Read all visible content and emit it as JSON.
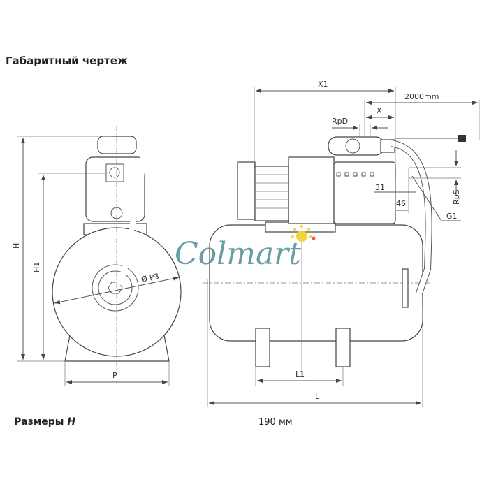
{
  "title": "Габаритный чертеж",
  "front_view": {
    "H": "H",
    "H1": "H1",
    "P": "P",
    "P3": "Ø P3"
  },
  "side_view": {
    "X1": "X1",
    "cable": "2000mm",
    "X": "X",
    "RpD": "RpD",
    "d31": "31",
    "d46": "46",
    "RpS": "RpS",
    "G1": "G1",
    "L1": "L1",
    "L": "L"
  },
  "watermark": "Colmart",
  "footer": {
    "label": "Размеры",
    "label_var": "H",
    "value": "190 мм"
  },
  "colors": {
    "watermark": "#4f8f94",
    "sun": "#f5d33a"
  }
}
